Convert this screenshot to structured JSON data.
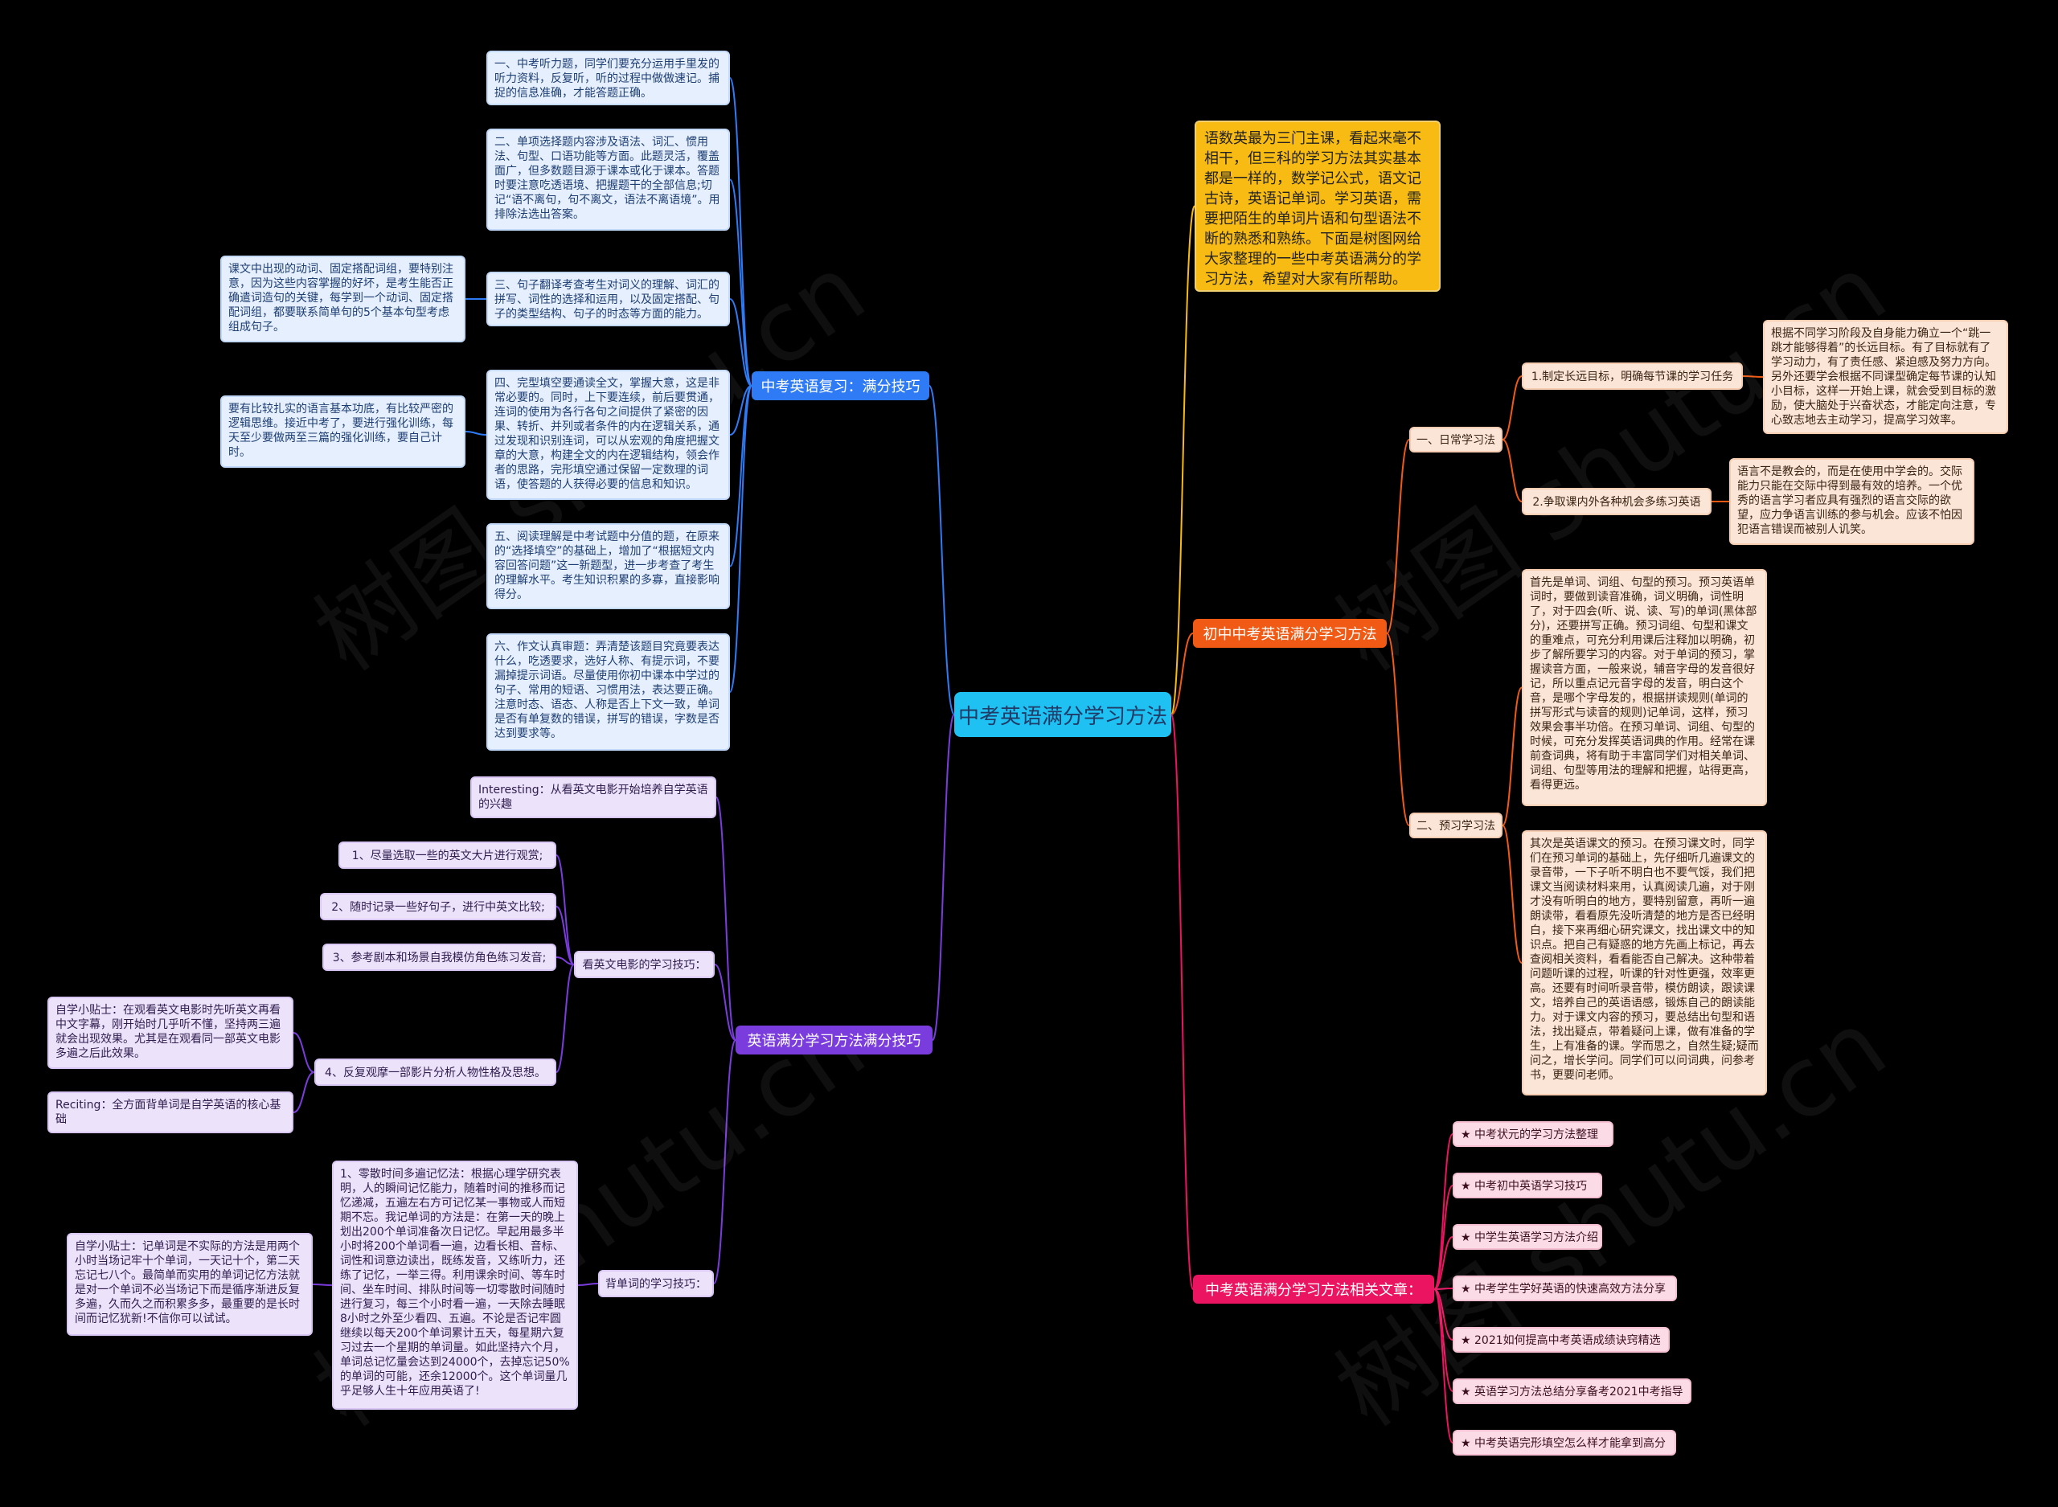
{
  "root": {
    "label": "中考英语满分学习方法"
  },
  "intro": {
    "text": "语数英最为三门主课，看起来毫不相干，但三科的学习方法其实基本都是一样的，数学记公式，语文记古诗，英语记单词。学习英语，需要把陌生的单词片语和句型语法不断的熟悉和熟练。下面是树图网给大家整理的一些中考英语满分的学习方法，希望对大家有所帮助。"
  },
  "watermark": {
    "text": "树图 shutu.cn"
  },
  "colors": {
    "blue": "#2f7bf5",
    "purple": "#7a3cdd",
    "orange": "#f05a14",
    "pink": "#eb1460",
    "root": "#1ec1f2",
    "intro": "#f7bb13"
  },
  "left": {
    "review": {
      "label": "中考英语复习：满分技巧",
      "items": [
        "一、中考听力题，同学们要充分运用手里发的听力资料，反复听，听的过程中做做速记。捕捉的信息准确，才能答题正确。",
        "二、单项选择题内容涉及语法、词汇、惯用法、句型、口语功能等方面。此题灵活，覆盖面广，但多数题目源于课本或化于课本。答题时要注意吃透语境、把握题干的全部信息;切记“语不离句，句不离文，语法不离语境”。用排除法选出答案。",
        "三、句子翻译考查考生对词义的理解、词汇的拼写、词性的选择和运用，以及固定搭配、句子的类型结构、句子的时态等方面的能力。",
        "四、完型填空要通读全文，掌握大意，这是非常必要的。同时，上下要连续，前后要贯通，连词的使用为各行各句之间提供了紧密的因果、转折、并列或者条件的内在逻辑关系，通过发现和识别连词，可以从宏观的角度把握文章的大意，构建全文的内在逻辑结构，领会作者的思路，完形填空通过保留一定数理的词语，使答题的人获得必要的信息和知识。",
        "五、阅读理解是中考试题中分值的题，在原来的“选择填空”的基础上，增加了“根据短文内容回答问题”这一新题型，进一步考查了考生的理解水平。考生知识积累的多寡，直接影响得分。",
        "六、作文认真审题：弄清楚该题目究竟要表达什么，吃透要求，选好人称、有提示词，不要漏掉提示词语。尽量使用你初中课本中学过的句子、常用的短语、习惯用法，表达要正确。注意时态、语态、人称是否上下文一致，单词是否有单复数的错误，拼写的错误，字数是否达到要求等。"
      ],
      "side_notes": [
        "课文中出现的动词、固定搭配词组，要特别注意，因为这些内容掌握的好坏，是考生能否正确遣词造句的关键，每学到一个动词、固定搭配词组，都要联系简单句的5个基本句型考虑组成句子。",
        "要有比较扎实的语言基本功底，有比较严密的逻辑思维。接近中考了，要进行强化训练，每天至少要做两至三篇的强化训练，要自己计时。"
      ]
    },
    "method": {
      "label": "英语满分学习方法满分技巧",
      "interesting": "Interesting：从看英文电影开始培养自学英语的兴趣",
      "movie": {
        "label": "看英文电影的学习技巧：",
        "items": [
          "1、尽量选取一些的英文大片进行观赏;",
          "2、随时记录一些好句子，进行中英文比较;",
          "3、参考剧本和场景自我模仿角色练习发音;",
          "4、反复观摩一部影片分析人物性格及思想。"
        ],
        "tip": "自学小贴士：在观看英文电影时先听英文再看中文字幕，刚开始时几乎听不懂，坚持两三遍就会出现效果。尤其是在观看同一部英文电影多遍之后此效果。"
      },
      "reciting": "Reciting：全方面背单词是自学英语的核心基础",
      "words": {
        "label": "背单词的学习技巧：",
        "text": "1、零散时间多遍记忆法：根据心理学研究表明，人的瞬间记忆能力，随着时间的推移而记忆递减，五遍左右方可记忆某一事物或人而短期不忘。我记单词的方法是：在第一天的晚上划出200个单词准备次日记忆。早起用最多半小时将200个单词看一遍，边看长相、音标、词性和词意边读出，既练发音，又练听力，还练了记忆，一举三得。利用课余时间、等车时间、坐车时间、排队时间等一切零散时间随时进行复习，每三个小时看一遍，一天除去睡眠8小时之外至少看四、五遍。不论是否记牢圆继续以每天200个单词累计五天，每星期六复习过去一个星期的单词量。如此坚持六个月，单词总记忆量会达到24000个，去掉忘记50%的单词的可能，还余12000个。这个单词量几乎足够人生十年应用英语了!",
        "tip": "自学小贴士：记单词是不实际的方法是用两个小时当场记牢十个单词，一天记十个，第二天忘记七八个。最简单而实用的单词记忆方法就是对一个单词不必当场记下而是循序渐进反复多遍，久而久之而积累多多，最重要的是长时间而记忆犹新!不信你可以试试。"
      }
    }
  },
  "right": {
    "junior": {
      "label": "初中中考英语满分学习方法",
      "daily": {
        "label": "一、日常学习法",
        "items": [
          {
            "label": "1.制定长远目标，明确每节课的学习任务",
            "detail": "根据不同学习阶段及自身能力确立一个“跳一跳才能够得着”的长远目标。有了目标就有了学习动力，有了责任感、紧迫感及努力方向。另外还要学会根据不同课型确定每节课的认知小目标，这样一开始上课，就会受到目标的激励，使大脑处于兴奋状态，才能定向注意，专心致志地去主动学习，提高学习效率。"
          },
          {
            "label": "2.争取课内外各种机会多练习英语",
            "detail": "语言不是教会的，而是在使用中学会的。交际能力只能在交际中得到最有效的培养。一个优秀的语言学习者应具有强烈的语言交际的欲望，应力争语言训练的参与机会。应该不怕因犯语言错误而被别人讥笑。"
          }
        ]
      },
      "preview": {
        "label": "二、预习学习法",
        "items": [
          "首先是单词、词组、句型的预习。预习英语单词时，要做到读音准确，词义明确，词性明了，对于四会(听、说、读、写)的单词(黑体部分)，还要拼写正确。预习词组、句型和课文的重难点，可充分利用课后注释加以明确，初步了解所要学习的内容。对于单词的预习，掌握读音方面，一般来说，辅音字母的发音很好记，所以重点记元音字母的发音，明白这个音，是哪个字母发的，根据拼读规则(单词的拼写形式与读音的规则)记单词，这样，预习效果会事半功倍。在预习单词、词组、句型的时候，可充分发挥英语词典的作用。经常在课前查词典，将有助于丰富同学们对相关单词、词组、句型等用法的理解和把握，站得更高，看得更远。",
          "其次是英语课文的预习。在预习课文时，同学们在预习单词的基础上，先仔细听几遍课文的录音带，一下子听不明白也不要气馁，我们把课文当阅读材料来用，认真阅读几遍，对于刚才没有听明白的地方，要特别留意，再听一遍朗读带，看看原先没听清楚的地方是否已经明白，接下来再细心研究课文，找出课文中的知识点。把自己有疑惑的地方先画上标记，再去查阅相关资料，看看能否自己解决。这种带着问题听课的过程，听课的针对性更强，效率更高。还要有时间听录音带，模仿朗读，跟读课文，培养自己的英语语感，锻炼自己的朗读能力。对于课文内容的预习，要总结出句型和语法，找出疑点，带着疑问上课，做有准备的学生，上有准备的课。学而思之，自然生疑;疑而问之，增长学问。同学们可以问词典，问参考书，更要问老师。"
        ]
      }
    },
    "related": {
      "label": "中考英语满分学习方法相关文章：",
      "items": [
        "★ 中考状元的学习方法整理",
        "★ 中考初中英语学习技巧",
        "★ 中学生英语学习方法介绍",
        "★ 中考学生学好英语的快速高效方法分享",
        "★ 2021如何提高中考英语成绩诀窍精选",
        "★ 英语学习方法总结分享备考2021中考指导",
        "★ 中考英语完形填空怎么样才能拿到高分"
      ]
    }
  }
}
